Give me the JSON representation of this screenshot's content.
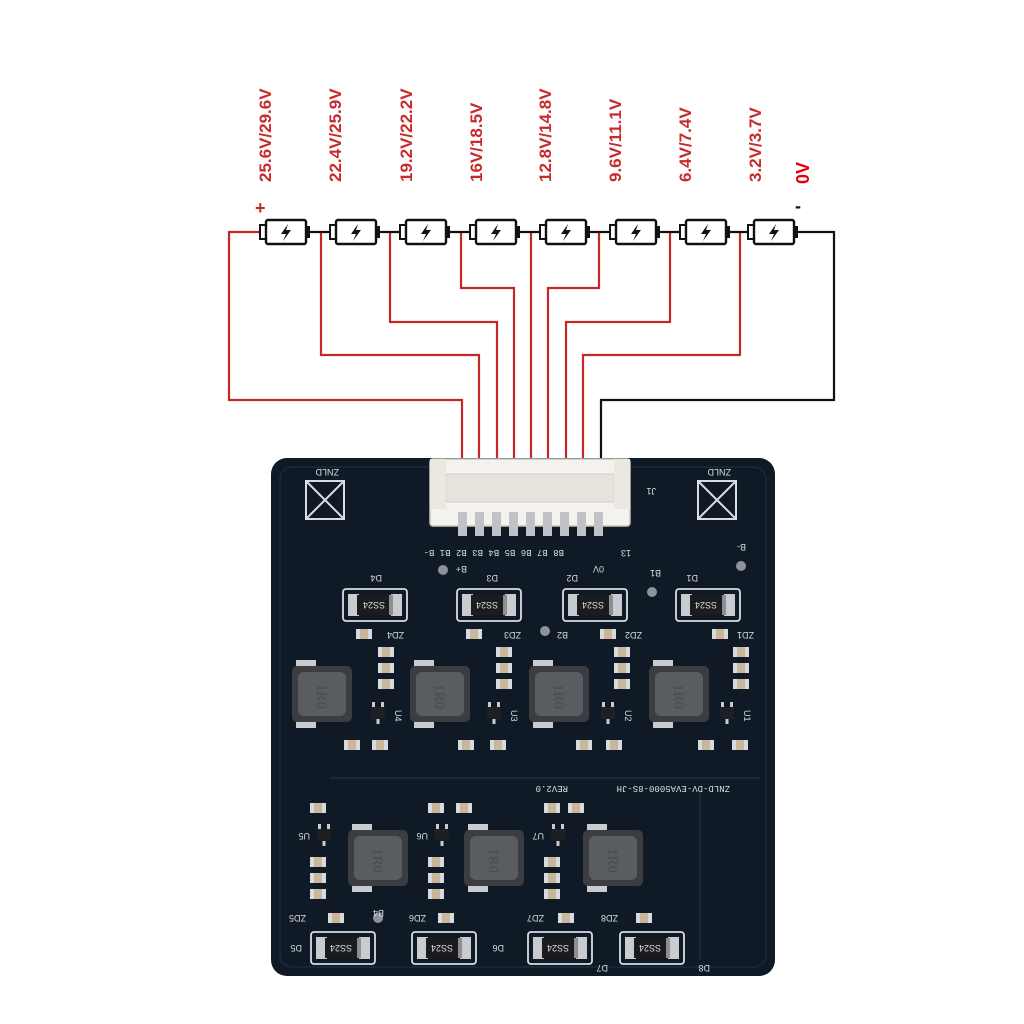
{
  "diagram": {
    "voltage_labels": [
      "25.6V/29.6V",
      "22.4V/25.9V",
      "19.2V/22.2V",
      "16V/18.5V",
      "12.8V/14.8V",
      "9.6V/11.1V",
      "6.4V/7.4V",
      "3.2V/3.7V"
    ],
    "zero_label": "0V",
    "plus_sign": "+",
    "minus_sign": "-",
    "cell_count": 8,
    "colors": {
      "wire_positive": "#c62828",
      "wire_negative": "#111111",
      "label": "#c8292b",
      "pcb": "#0f1a26",
      "silkscreen": "#d9dde3"
    }
  },
  "board": {
    "logo_text": "ZNLD",
    "connector_label": "J1",
    "connector_pins": "B8 B7 B6 B5 B4 B3 B2 B1 B-",
    "pin1_marker": "13",
    "bplus_label": "B+",
    "bminus_label": "B-",
    "ov_label": "0V",
    "b4_label": "B4",
    "b2_label": "B2",
    "b1_label": "B1",
    "board_code": "ZNLD-DV-EVA5000-8S-JH",
    "revision": "REV2.0",
    "inductor_text": "1R0",
    "diodes_top": [
      "D4",
      "D3",
      "D2",
      "D1"
    ],
    "zeners_top": [
      "ZD4",
      "ZD3",
      "ZD2",
      "ZD1"
    ],
    "ics_top": [
      "U4",
      "U3",
      "U2",
      "U1"
    ],
    "ics_bottom": [
      "U5",
      "U6",
      "U7"
    ],
    "zeners_bottom": [
      "ZD5",
      "ZD6",
      "ZD7",
      "ZD8"
    ],
    "diodes_bottom": [
      "D5",
      "D6",
      "D7",
      "D8"
    ],
    "diode_marking": "SS24"
  }
}
